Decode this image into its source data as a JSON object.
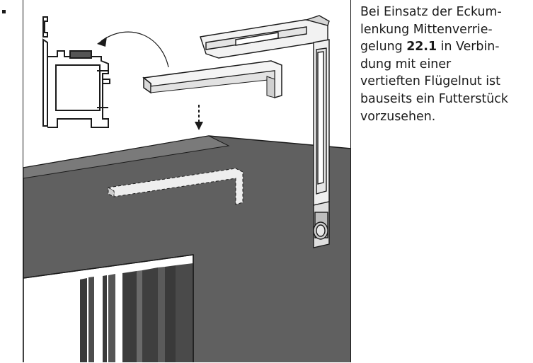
{
  "caption": {
    "lines": [
      "Bei Einsatz der Eckum-",
      "lenkung Mittenverrie-",
      [
        "gelung ",
        "22.1",
        " in Verbin-"
      ],
      "dung mit einer",
      "vertieften Flügelnut ist",
      "bauseits ein Futterstück",
      "vorzusehen."
    ]
  },
  "colors": {
    "ink": "#1a1a1a",
    "sash_face": "#5f5f5f",
    "sash_edge": "#4a4a4a",
    "glass_recess": "#ffffff",
    "hardware_light": "#f2f2f2",
    "filler_piece": "#eeeeee"
  },
  "icons": [
    "bullet-icon",
    "arrow-curved-icon",
    "arrow-down-dashed-icon"
  ]
}
